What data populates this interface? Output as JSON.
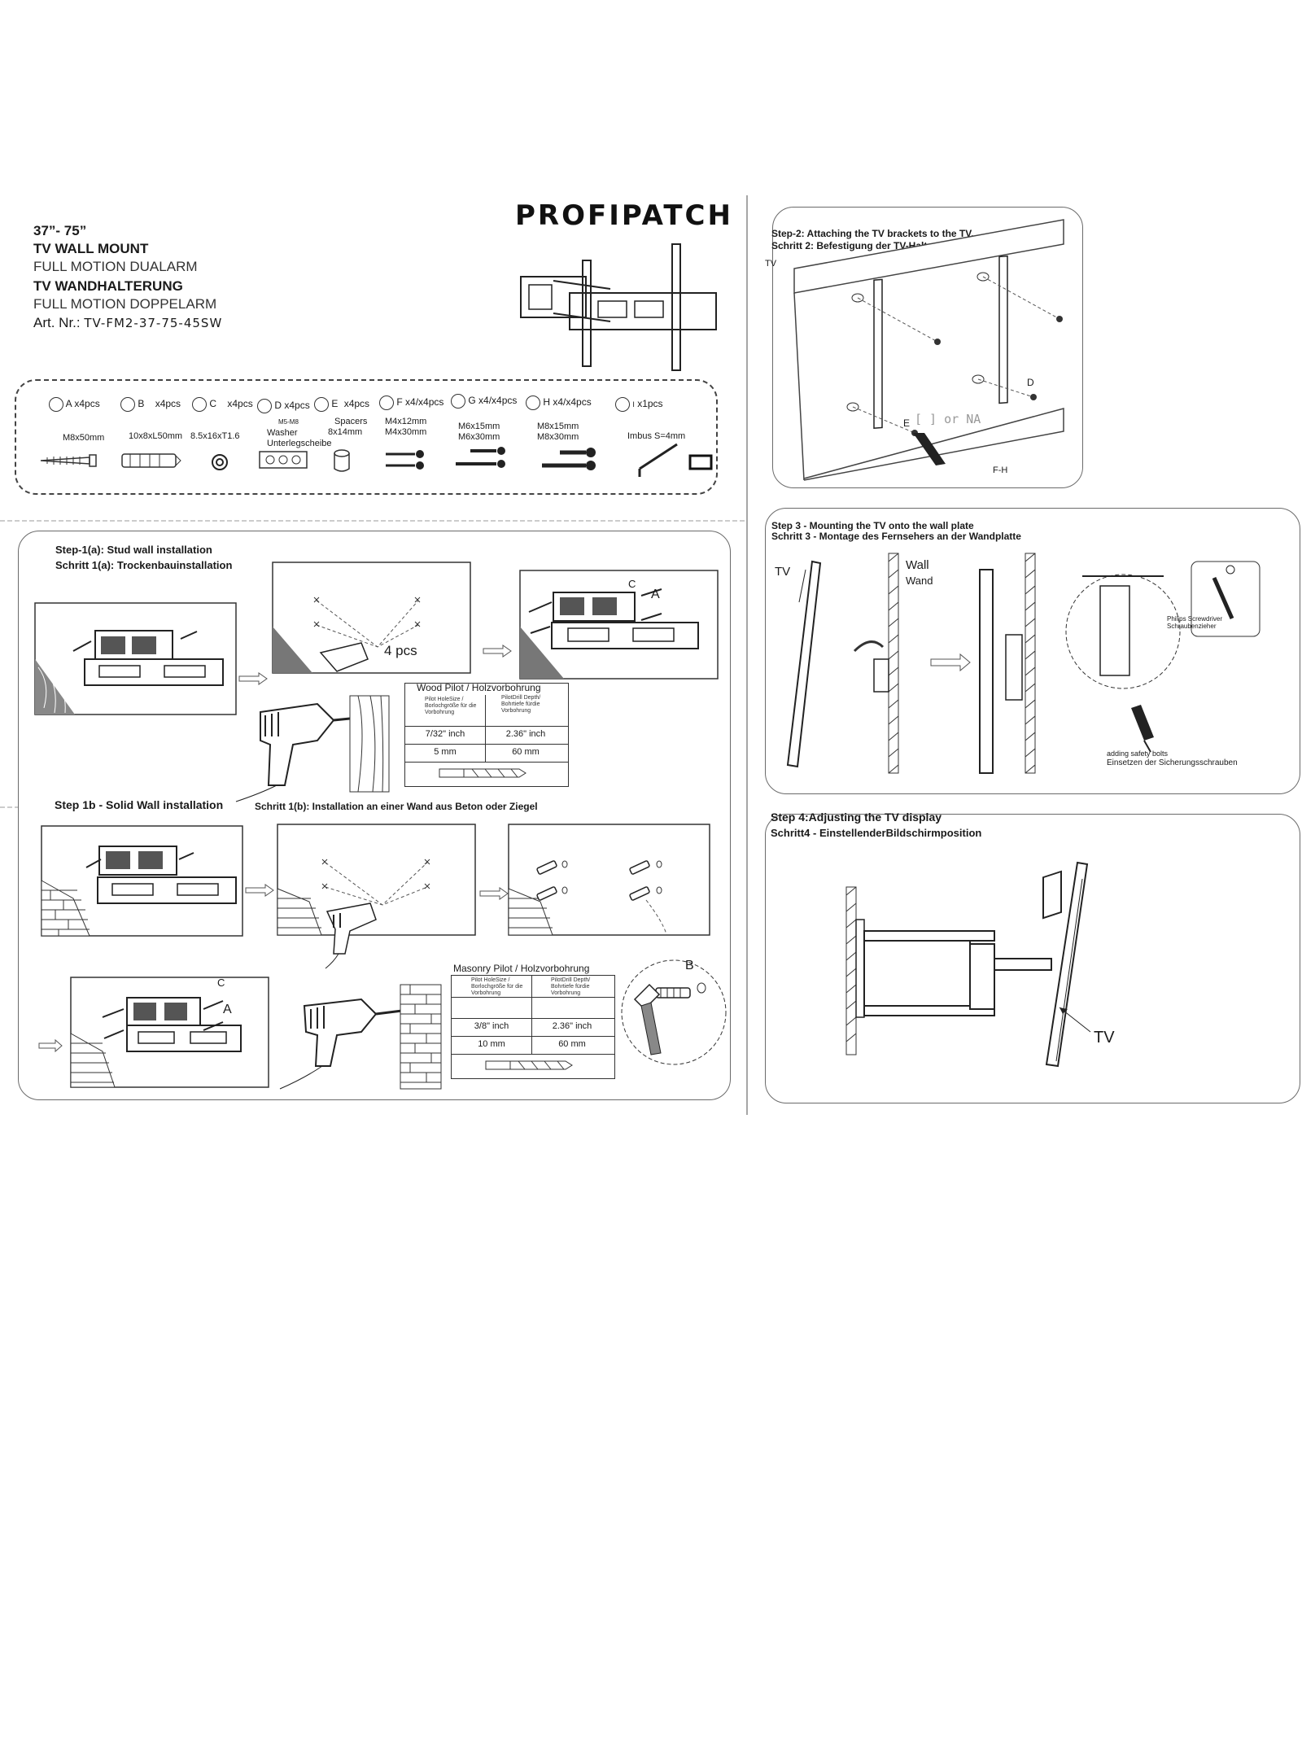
{
  "header": {
    "size": "37”- 75”",
    "title_en": "TV WALL MOUNT",
    "subtitle_en": "FULL MOTION DUALARM",
    "title_de": "TV WANDHALTERUNG",
    "subtitle_de": "FULL MOTION DOPPELARM",
    "art_label": "Art. Nr.:",
    "art_number": "TV-FM2-37-75-45SW",
    "brand": "PROFIPATCH"
  },
  "parts": [
    {
      "letter": "A",
      "qty": "x4pcs",
      "spec": "M8x50mm"
    },
    {
      "letter": "B",
      "qty": "x4pcs",
      "spec": "10x8xL50mm"
    },
    {
      "letter": "C",
      "qty": "x4pcs",
      "spec": "8.5x16xT1.6"
    },
    {
      "letter": "D",
      "qty": "x4pcs",
      "sub": "M5-M8",
      "spec": "Washer",
      "spec2": "Unterlegscheibe"
    },
    {
      "letter": "E",
      "qty": "x4pcs",
      "spec": "Spacers",
      "spec2": "8x14mm"
    },
    {
      "letter": "F",
      "qty": "x4/x4pcs",
      "spec": "M4x12mm",
      "spec2": "M4x30mm"
    },
    {
      "letter": "G",
      "qty": "x4/x4pcs",
      "spec": "M6x15mm",
      "spec2": "M6x30mm"
    },
    {
      "letter": "H",
      "qty": "x4/x4pcs",
      "spec": "M8x15mm",
      "spec2": "M8x30mm"
    },
    {
      "letter": "I",
      "qty": "x1pcs",
      "spec": "Imbus S=4mm"
    }
  ],
  "step1a": {
    "title_en": "Step-1(a): Stud wall installation",
    "title_de": "Schritt 1(a): Trockenbauinstallation",
    "pcs": "4 pcs",
    "label_c": "C",
    "label_a": "A",
    "table": {
      "title": "Wood Pilot / Holzvorbohrung",
      "h1": "Pilot HoleSize / Borlochgröße für die Vorbohrung",
      "h2": "PilotDrill Depth/ Bohrtiefe fürdie Vorbohrung",
      "r1c1": "7/32\" inch",
      "r1c2": "2.36\" inch",
      "r2c1": "5 mm",
      "r2c2": "60 mm"
    }
  },
  "step1b": {
    "title_en": "Step 1b - Solid Wall installation",
    "title_de": "Schritt 1(b): Installation an einer Wand aus Beton oder Ziegel",
    "label_b": "B",
    "label_c": "C",
    "label_a": "A",
    "table": {
      "title": "Masonry Pilot / Holzvorbohrung",
      "h1": "Pilot HoleSize / Borlochgröße für die Vorbohrung",
      "h2": "PilotDrill Depth/ Bohrtiefe fürdie Vorbohrung",
      "r1c1": "3/8\" inch",
      "r1c2": "2.36\" inch",
      "r2c1": "10 mm",
      "r2c2": "60 mm"
    }
  },
  "step2": {
    "title_en": "Step-2: Attaching the TV brackets to the TV.",
    "title_de": "Schritt 2: Befestigung der TV-Halterungen am Fernseher.",
    "label_tv": "TV",
    "label_d": "D",
    "label_e": "E",
    "label_fh": "F-H",
    "or_na": "[ ] or NA"
  },
  "step3": {
    "title_en": "Step 3 - Mounting the TV onto the wall plate",
    "title_de": "Schritt 3 - Montage des Fernsehers an der Wandplatte",
    "label_tv": "TV",
    "label_wall": "Wall",
    "label_wand": "Wand",
    "screwdriver_en": "Philips Screwdriver",
    "screwdriver_de": "Schraubenzieher",
    "safety_en": "adding safety bolts",
    "safety_de": "Einsetzen der Sicherungsschrauben"
  },
  "step4": {
    "title_en": "Step 4:Adjusting the TV display",
    "title_de": "Schritt4 - EinstellenderBildschirmposition",
    "label_tv": "TV"
  }
}
